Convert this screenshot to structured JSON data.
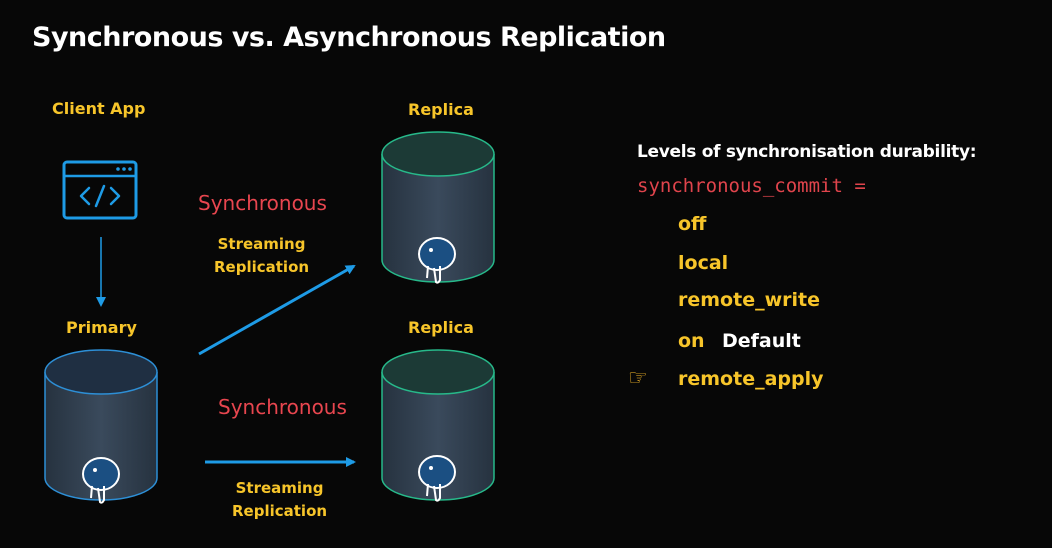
{
  "title": "Synchronous vs. Asynchronous Replication",
  "nodes": {
    "client_app": "Client App",
    "primary": "Primary",
    "replica_top": "Replica",
    "replica_bottom": "Replica"
  },
  "links": {
    "top": {
      "mode": "Synchronous",
      "line1": "Streaming",
      "line2": "Replication"
    },
    "bottom": {
      "mode": "Synchronous",
      "line1": "Streaming",
      "line2": "Replication"
    }
  },
  "levels": {
    "heading": "Levels of synchronisation durability:",
    "setting": "synchronous_commit =",
    "options": [
      "off",
      "local",
      "remote_write",
      "on",
      "remote_apply"
    ],
    "default_note": "Default",
    "pointer_icon": "pointing-hand-icon"
  },
  "colors": {
    "background": "#070707",
    "yellow": "#f7c52a",
    "red": "#e8464f",
    "arrow_blue": "#1e9be6",
    "db_fill": "#2d3a4a",
    "replica_edge": "#27b98a",
    "primary_edge": "#2d8fd6"
  }
}
